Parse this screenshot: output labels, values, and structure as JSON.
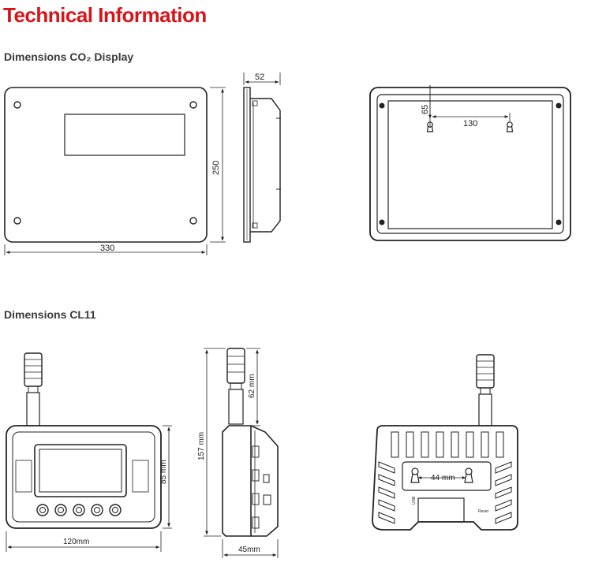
{
  "page": {
    "title": "Technical Information",
    "title_color": "#d7141a"
  },
  "section_co2": {
    "heading": "Dimensions CO₂ Display",
    "depth": "52",
    "height": "250",
    "width": "330",
    "hole_offset": "65",
    "hole_spacing": "130"
  },
  "section_cl11": {
    "heading": "Dimensions CL11",
    "sensor_length": "62 mm",
    "total_height": "157 mm",
    "height": "85 mm",
    "width": "120mm",
    "depth": "45mm",
    "hole_spacing": "44 mm",
    "label_reset": "Reset",
    "label_usb": "USB"
  }
}
